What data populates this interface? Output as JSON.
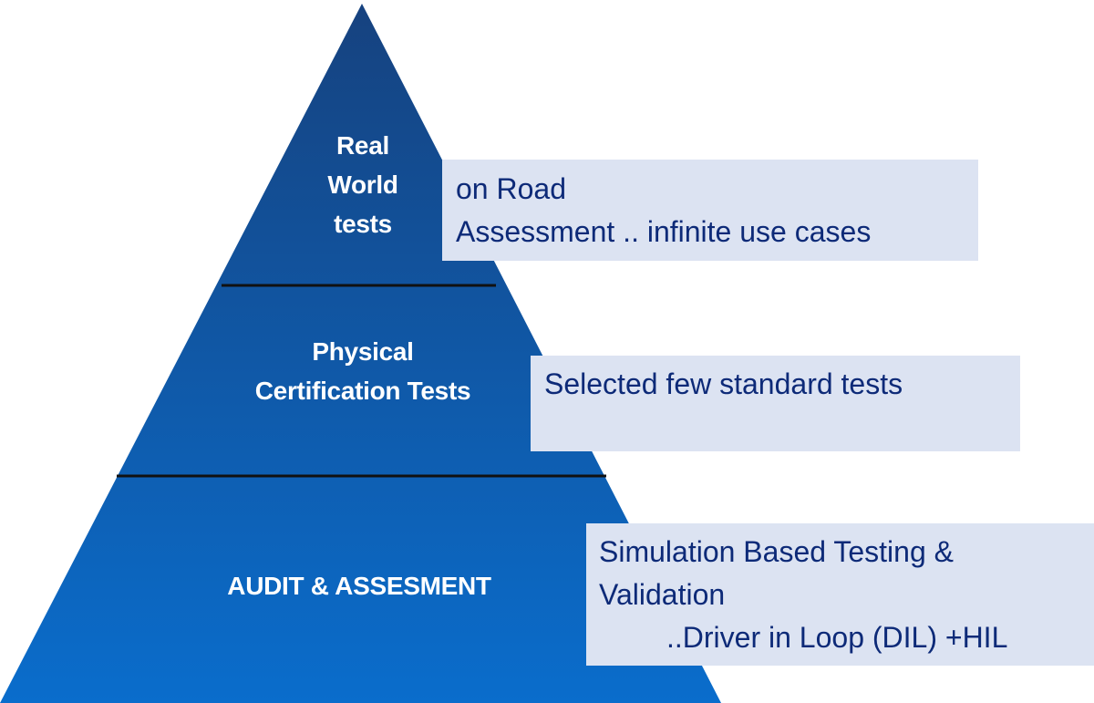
{
  "tiers": [
    {
      "lines": [
        "Real",
        "World",
        "tests"
      ]
    },
    {
      "lines": [
        "Physical",
        "Certification Tests"
      ]
    },
    {
      "lines": [
        "AUDIT & ASSESMENT"
      ]
    }
  ],
  "descriptions": [
    {
      "lines": [
        "on Road",
        "Assessment .. infinite use cases"
      ]
    },
    {
      "lines": [
        "Selected few  standard tests"
      ]
    },
    {
      "lines": [
        "Simulation Based Testing &",
        "Validation",
        "..Driver in Loop (DIL) +HIL"
      ]
    }
  ],
  "colors": {
    "pyramid_top": "#16427f",
    "pyramid_bottom": "#0a6dcc",
    "divider": "#111111",
    "box_fill": "#dce3f2",
    "box_text": "#0d2a78",
    "label_text": "#ffffff"
  }
}
